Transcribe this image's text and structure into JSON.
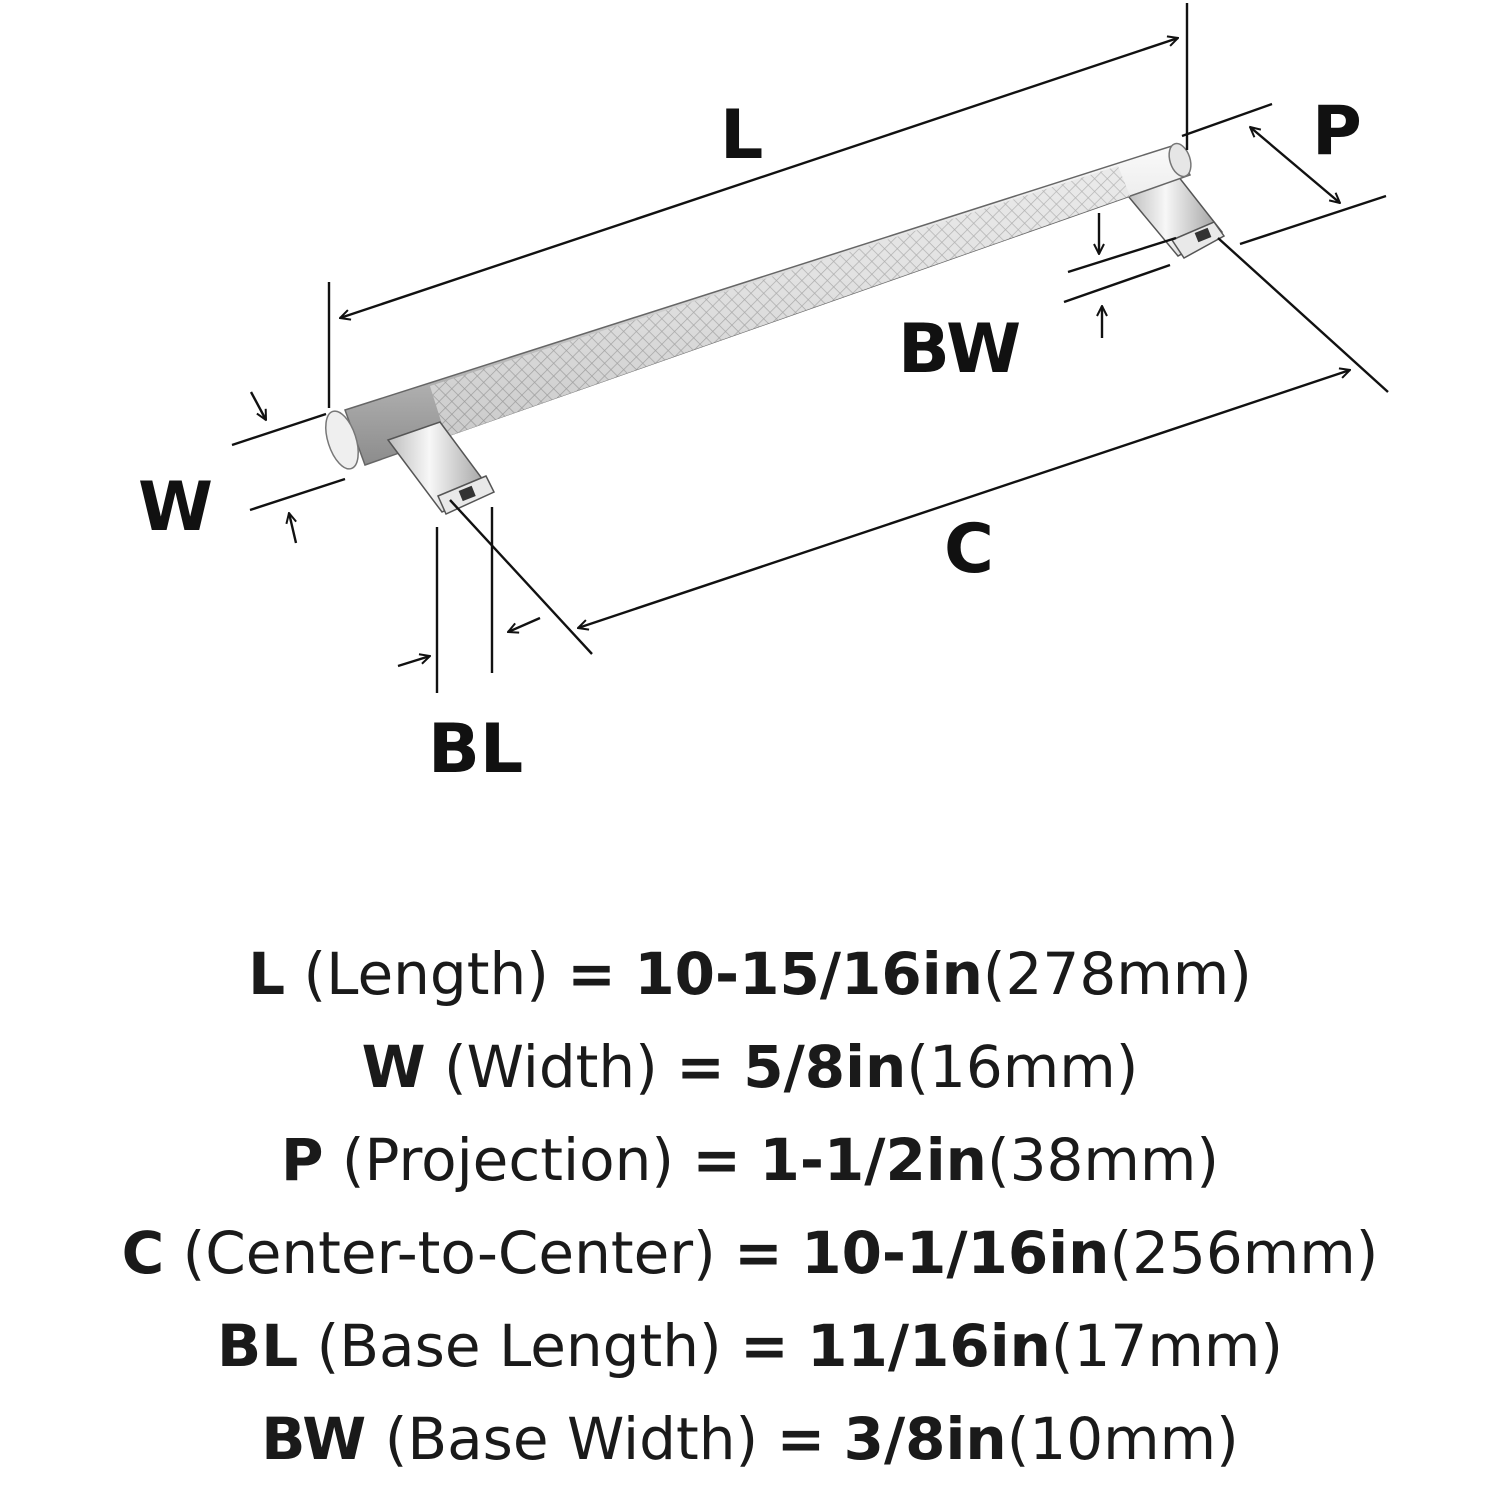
{
  "diagram": {
    "labels": {
      "L": "L",
      "P": "P",
      "BW": "BW",
      "W": "W",
      "C": "C",
      "BL": "BL"
    }
  },
  "colors": {
    "line": "#111111",
    "metal_light": "#f2f2f2",
    "metal_mid": "#c9c9c9",
    "metal_dark": "#8a8a8a"
  },
  "specs": [
    {
      "key": "L",
      "name": "(Length)",
      "eq": "=",
      "inches": "10-15/16in",
      "mm": "(278mm)"
    },
    {
      "key": "W",
      "name": "(Width)",
      "eq": "=",
      "inches": "5/8in",
      "mm": "(16mm)"
    },
    {
      "key": "P",
      "name": "(Projection)",
      "eq": "=",
      "inches": "1-1/2in",
      "mm": "(38mm)"
    },
    {
      "key": "C",
      "name": "(Center-to-Center)",
      "eq": "=",
      "inches": "10-1/16in",
      "mm": "(256mm)"
    },
    {
      "key": "BL",
      "name": "(Base Length)",
      "eq": "=",
      "inches": "11/16in",
      "mm": "(17mm)"
    },
    {
      "key": "BW",
      "name": "(Base Width)",
      "eq": "=",
      "inches": "3/8in",
      "mm": "(10mm)"
    }
  ]
}
